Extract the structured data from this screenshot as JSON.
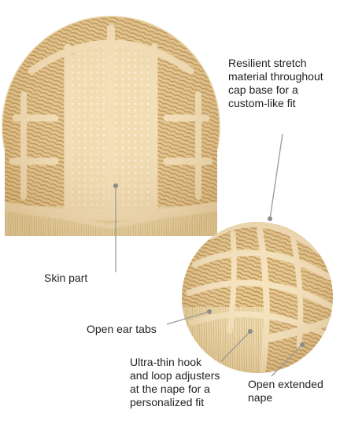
{
  "colors": {
    "cap_base": "#f2d6a4",
    "cap_band": "#f7e4c0",
    "hair_light": "#ecd5a2",
    "hair_dark": "#c9a366",
    "leader_line": "#9a9a9a",
    "dot": "#8c8c8c",
    "text": "#222222"
  },
  "callouts": {
    "stretch_material": {
      "lines": [
        "Resilient stretch",
        "material throughout",
        "cap base for a",
        "custom-like fit"
      ]
    },
    "skin_part": {
      "lines": [
        "Skin part"
      ]
    },
    "ear_tabs": {
      "lines": [
        "Open ear tabs"
      ]
    },
    "adjusters": {
      "lines": [
        "Ultra-thin hook",
        "and loop adjusters",
        "at the nape for a",
        "personalized fit"
      ]
    },
    "extended_nape": {
      "lines": [
        "Open extended",
        "nape"
      ]
    }
  },
  "images": [
    {
      "name": "wig-cap-interior-top-view",
      "kind": "photo"
    },
    {
      "name": "wig-cap-interior-back-view",
      "kind": "photo"
    }
  ]
}
